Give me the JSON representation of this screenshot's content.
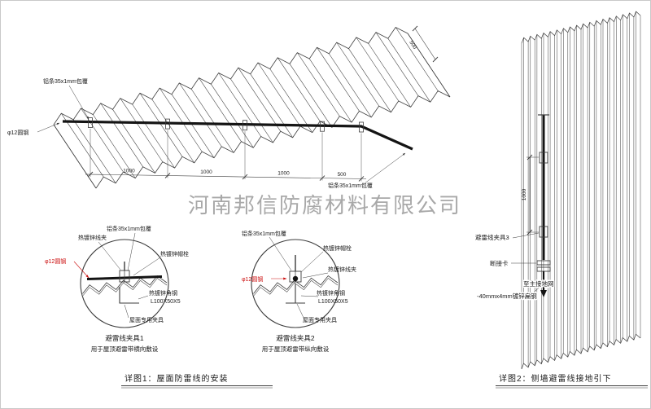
{
  "colors": {
    "line": "#3c3c3c",
    "wire": "#141414",
    "red": "#cc1111",
    "watermark": "#9a9a9a",
    "text": "#1a1a1a"
  },
  "watermark": "河南邦信防腐材料有限公司",
  "main_view": {
    "labels": {
      "alu_strip_top": "铝条35x1mm包覆",
      "round_steel": "φ12圆钢",
      "alu_strip_right": "铝条35x1mm包覆"
    },
    "dims": {
      "d1": "1000",
      "d2": "1000",
      "d3": "1000",
      "d4": "500",
      "d5": "500"
    }
  },
  "detail1": {
    "labels": {
      "wire_clip": "热镀锌线夹",
      "alu_strip": "铝条35x1mm包覆",
      "cap_bolt": "热镀锌帽栓",
      "round_steel": "φ12圆钢",
      "angle_steel": "热镀锌角钢",
      "angle_spec": "L100X50X5",
      "roof_fixture": "屋面专用夹具"
    },
    "title": "避雷线夹具1",
    "subtitle": "用于屋顶避雷带横向敷设"
  },
  "detail2": {
    "labels": {
      "wire_clip": "热镀锌线夹",
      "alu_strip": "铝条35x1mm包覆",
      "cap_bolt": "热镀锌帽栓",
      "round_steel": "φ12圆钢",
      "angle_steel": "热镀锌角钢",
      "angle_spec": "L100X50X5",
      "roof_fixture": "屋面专用夹具"
    },
    "title": "避雷线夹具2",
    "subtitle": "用于屋顶避雷带纵向敷设"
  },
  "side_view": {
    "dim": "1000",
    "labels": {
      "clamp": "避雷线夹具3",
      "disconnect": "断接卡",
      "to_ground": "至主接地网",
      "flat_steel": "-40mmx4mm镀锌扁钢"
    }
  },
  "captions": {
    "detail1": "详图1：屋面防雷线的安装",
    "detail2": "详图2：侧墙避雷线接地引下"
  }
}
